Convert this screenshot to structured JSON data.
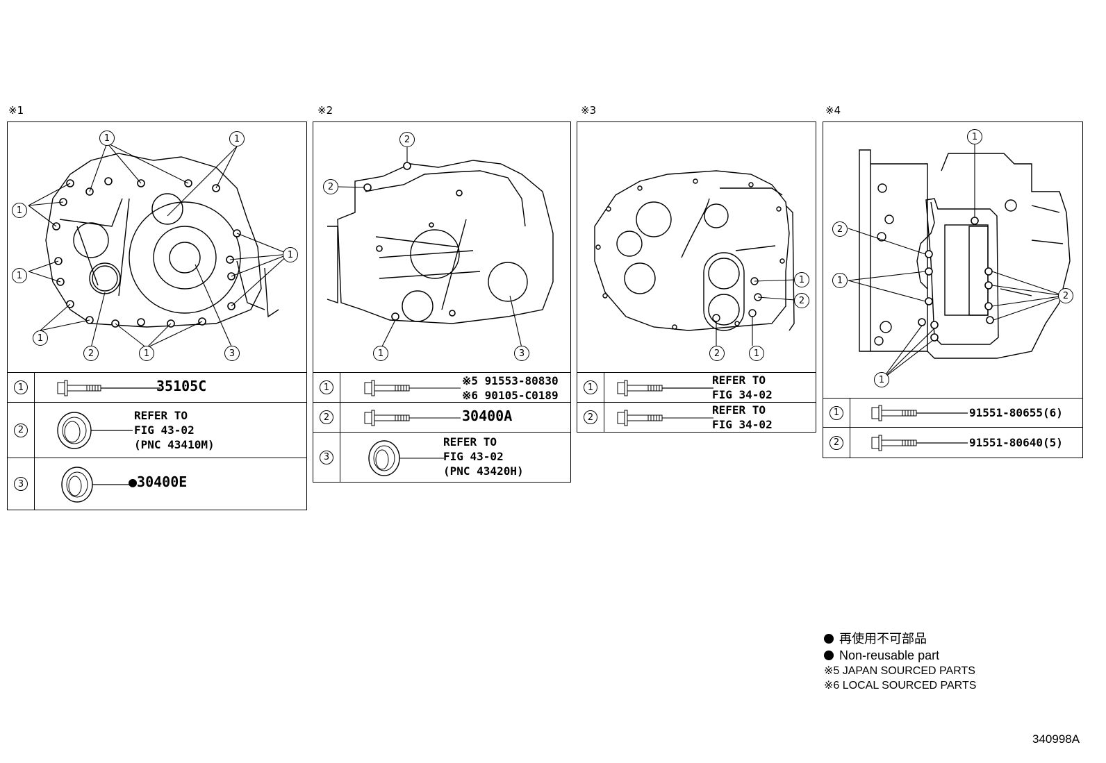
{
  "figure_id": "340998A",
  "panels": [
    {
      "label": "※1",
      "callouts": [
        "1",
        "1",
        "1",
        "1",
        "1",
        "1",
        "1",
        "2",
        "1",
        "3"
      ],
      "rows": [
        {
          "num": "1",
          "part_icon": "bolt-icon",
          "text": "35105C"
        },
        {
          "num": "2",
          "part_icon": "oil-seal-icon",
          "text": "REFER TO\nFIG 43-02\n(PNC 43410M)"
        },
        {
          "num": "3",
          "part_icon": "oil-seal-icon",
          "text": "30400E",
          "non_reusable": true,
          "marker": "●"
        }
      ]
    },
    {
      "label": "※2",
      "callouts": [
        "2",
        "2",
        "1",
        "3"
      ],
      "rows": [
        {
          "num": "1",
          "part_icon": "bolt-icon",
          "text": "※5 91553-80830\n※6 90105-C0189"
        },
        {
          "num": "2",
          "part_icon": "bolt-icon",
          "text": "30400A"
        },
        {
          "num": "3",
          "part_icon": "oil-seal-icon",
          "text": "REFER TO\nFIG 43-02\n(PNC 43420H)"
        }
      ]
    },
    {
      "label": "※3",
      "callouts": [
        "1",
        "2",
        "2",
        "1"
      ],
      "rows": [
        {
          "num": "1",
          "part_icon": "bolt-icon",
          "text": "REFER TO\nFIG 34-02"
        },
        {
          "num": "2",
          "part_icon": "bolt-icon",
          "text": "REFER TO\nFIG 34-02"
        }
      ]
    },
    {
      "label": "※4",
      "callouts": [
        "1",
        "2",
        "1",
        "2",
        "1"
      ],
      "rows": [
        {
          "num": "1",
          "part_icon": "bolt-icon",
          "text": "91551-80655(6)"
        },
        {
          "num": "2",
          "part_icon": "bolt-icon",
          "text": "91551-80640(5)"
        }
      ]
    }
  ],
  "legend": {
    "non_reusable_jp": "再使用不可部品",
    "non_reusable_en": "Non-reusable part",
    "note5": "※5 JAPAN SOURCED PARTS",
    "note6": "※6 LOCAL SOURCED PARTS"
  }
}
